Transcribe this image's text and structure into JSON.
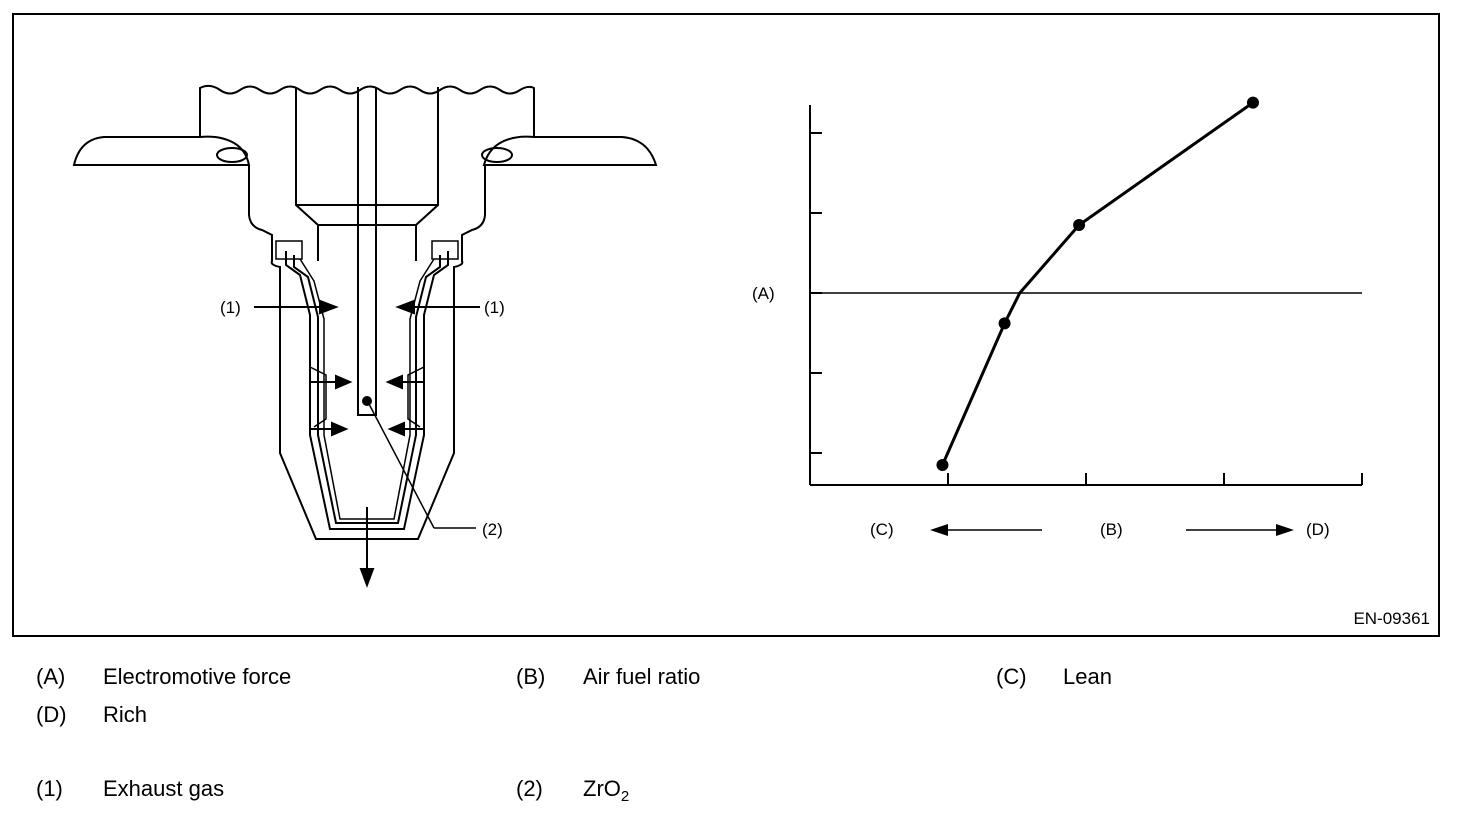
{
  "figure_code": "EN-09361",
  "sensor": {
    "label_1_left": "(1)",
    "label_1_right": "(1)",
    "label_2": "(2)"
  },
  "chart_data": {
    "type": "line",
    "ylabel": "(A)",
    "x_left": "(C)",
    "x_center": "(B)",
    "x_right": "(D)",
    "xlim": [
      0,
      4
    ],
    "ylim": [
      0,
      4.75
    ],
    "x_ticks": [
      1,
      2,
      3,
      4
    ],
    "y_ticks": [
      0.4,
      1.4,
      2.4,
      3.4,
      4.4
    ],
    "reference_line_y": 2.4,
    "line": [
      [
        0.96,
        0.25
      ],
      [
        1.41,
        2.02
      ],
      [
        1.52,
        2.4
      ],
      [
        1.95,
        3.25
      ],
      [
        3.21,
        4.78
      ]
    ],
    "points": [
      [
        0.96,
        0.25
      ],
      [
        1.41,
        2.02
      ],
      [
        1.95,
        3.25
      ],
      [
        3.21,
        4.78
      ]
    ]
  },
  "legend": [
    {
      "key": "(A)",
      "text": "Electromotive force"
    },
    {
      "key": "(B)",
      "text": "Air fuel ratio"
    },
    {
      "key": "(C)",
      "text": "Lean"
    },
    {
      "key": "(D)",
      "text": "Rich"
    },
    {
      "key": "(1)",
      "text": "Exhaust gas"
    },
    {
      "key": "(2)",
      "text_main": "ZrO",
      "text_sub": "2"
    }
  ]
}
